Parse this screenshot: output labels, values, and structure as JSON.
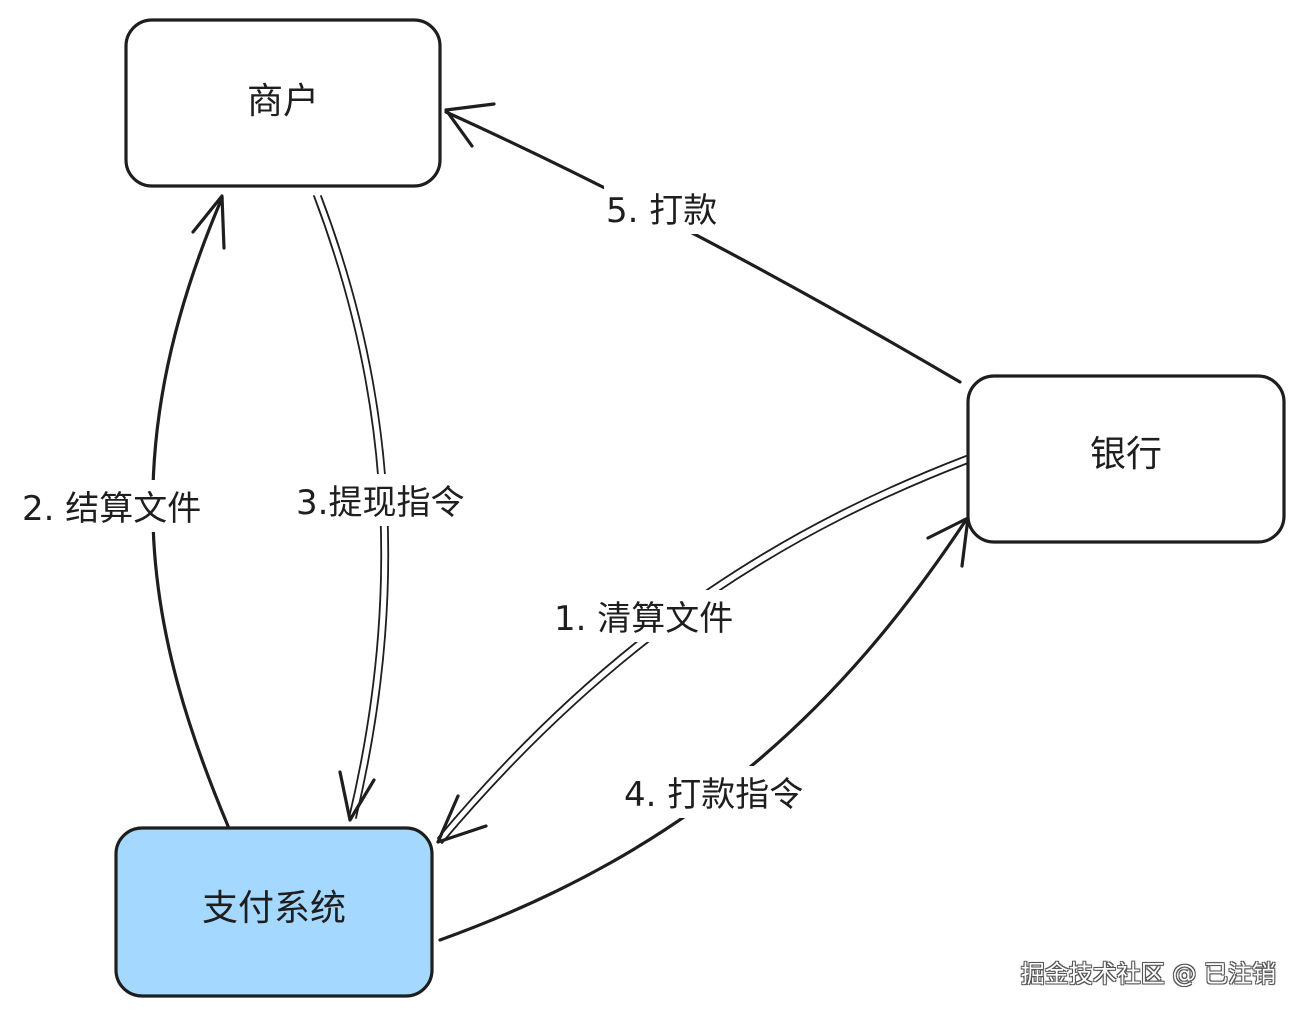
{
  "nodes": {
    "merchant": {
      "label": "商户"
    },
    "bank": {
      "label": "银行"
    },
    "payment_system": {
      "label": "支付系统",
      "fill": "#a5d8ff"
    }
  },
  "edges": {
    "clearing_file": {
      "label": "1. 清算文件"
    },
    "settlement_file": {
      "label": "2. 结算文件"
    },
    "withdraw_instruction": {
      "label": "3.提现指令"
    },
    "payment_instruction": {
      "label": "4. 打款指令"
    },
    "payout": {
      "label": "5. 打款"
    }
  },
  "watermark": {
    "text": "掘金技术社区 @ 已注销"
  },
  "colors": {
    "stroke": "#1e1e1e",
    "highlight": "#a5d8ff",
    "background": "#ffffff"
  }
}
